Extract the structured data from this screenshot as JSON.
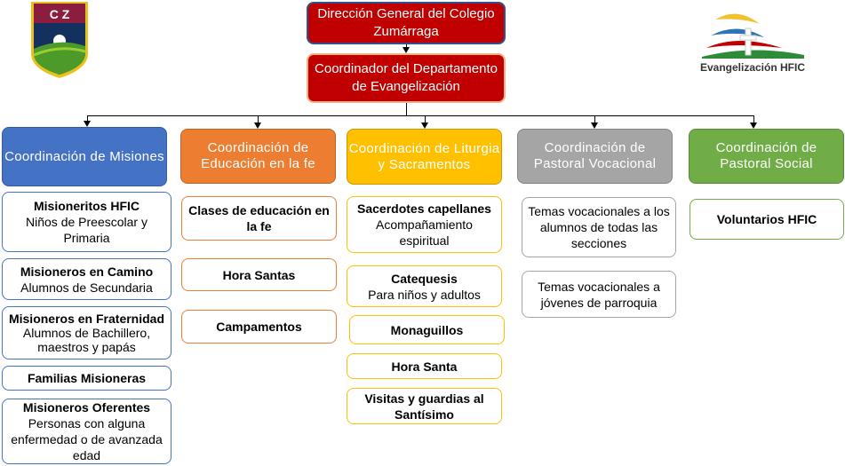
{
  "logos": {
    "left_text": "CZ",
    "right_text": "Evangelización HFIC"
  },
  "top": {
    "direccion": "Dirección General del Colegio Zumárraga",
    "coordinador": "Coordinador del Departamento de Evangelización"
  },
  "columns": [
    {
      "header": "Coordinación de Misiones",
      "color": "#4472c4",
      "items": [
        {
          "title": "Misioneritos HFIC",
          "desc": "Niños de Preescolar y Primaria"
        },
        {
          "title": "Misioneros en Camino",
          "desc": "Alumnos de Secundaria"
        },
        {
          "title": "Misioneros en Fraternidad",
          "desc": "Alumnos de Bachillero, maestros y papás"
        },
        {
          "title": "Familias Misioneras",
          "desc": ""
        },
        {
          "title": "Misioneros Oferentes",
          "desc": "Personas con alguna enfermedad o de avanzada edad"
        }
      ]
    },
    {
      "header": "Coordinación de Educación en la fe",
      "color": "#ed7d31",
      "items": [
        {
          "title": "Clases de educación en la fe",
          "desc": ""
        },
        {
          "title": "Hora Santas",
          "desc": ""
        },
        {
          "title": "Campamentos",
          "desc": ""
        }
      ]
    },
    {
      "header": "Coordinación de Liturgia y Sacramentos",
      "color": "#ffc000",
      "items": [
        {
          "title": "Sacerdotes capellanes",
          "desc": "Acompañamiento espiritual"
        },
        {
          "title": "Catequesis",
          "desc": "Para niños y adultos"
        },
        {
          "title": "Monaguillos",
          "desc": ""
        },
        {
          "title": "Hora Santa",
          "desc": ""
        },
        {
          "title": "Visitas y guardias al Santísimo",
          "desc": ""
        }
      ]
    },
    {
      "header": "Coordinación de Pastoral Vocacional",
      "color": "#a5a5a5",
      "items": [
        {
          "title": "",
          "desc": "Temas vocacionales a los alumnos de todas las secciones"
        },
        {
          "title": "",
          "desc": "Temas vocacionales a jóvenes de parroquia"
        }
      ]
    },
    {
      "header": "Coordinación de Pastoral Social",
      "color": "#70ad47",
      "items": [
        {
          "title": "Voluntarios HFIC",
          "desc": ""
        }
      ]
    }
  ]
}
